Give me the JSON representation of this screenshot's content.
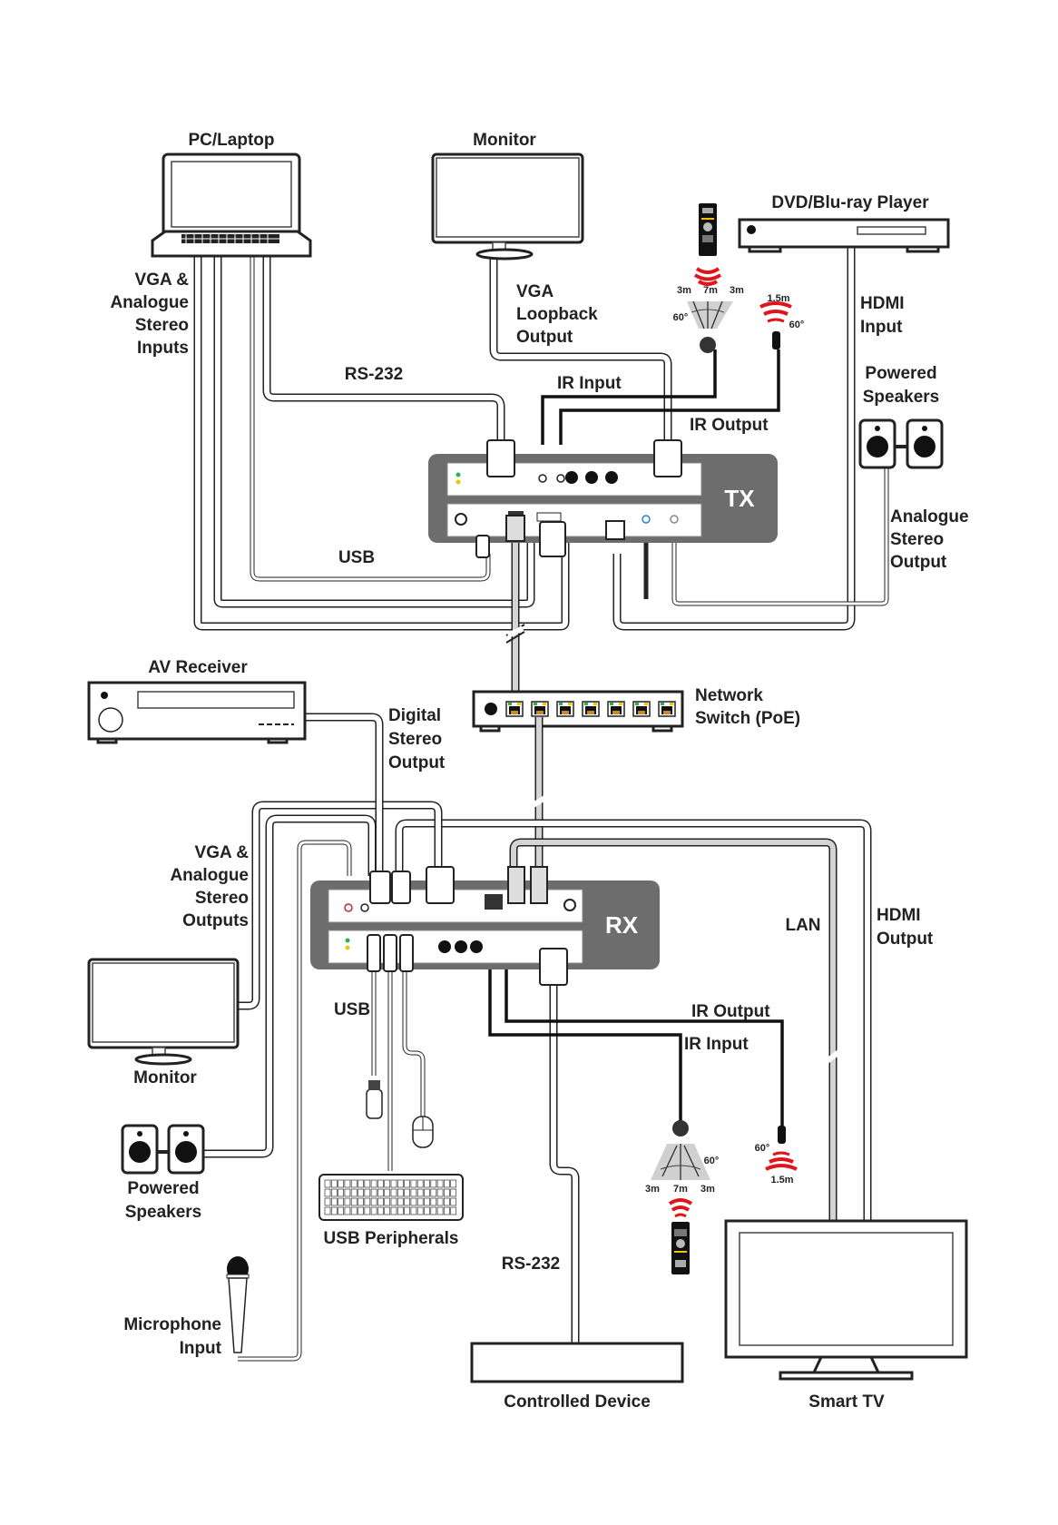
{
  "diagram": {
    "colors": {
      "unit_body": "#6d6d6d",
      "ir_signal": "#e2141b",
      "cable_outline": "#222222",
      "cable_fill_lan": "#d4d4d4",
      "led_green": "#2db34a",
      "led_yellow": "#f2c500"
    },
    "units": {
      "tx": "TX",
      "rx": "RX"
    },
    "tx_side": {
      "devices": {
        "pc_laptop": "PC/Laptop",
        "monitor": "Monitor",
        "dvd_player": "DVD/Blu-ray Player",
        "powered_speakers": [
          "Powered",
          "Speakers"
        ]
      },
      "connections": {
        "vga_audio_inputs": [
          "VGA &",
          "Analogue",
          "Stereo",
          "Inputs"
        ],
        "rs232": "RS-232",
        "vga_loopback": [
          "VGA",
          "Loopback",
          "Output"
        ],
        "ir_input": "IR Input",
        "ir_output": "IR Output",
        "hdmi_input": [
          "HDMI",
          "Input"
        ],
        "analogue_stereo_output": [
          "Analogue",
          "Stereo",
          "Output"
        ],
        "usb": "USB"
      },
      "ir_receiver_range": {
        "left": "3m",
        "center": "7m",
        "right": "3m",
        "angle": "60°"
      },
      "ir_emitter_range": {
        "distance": "1.5m",
        "angle": "60°"
      }
    },
    "network": {
      "switch": [
        "Network",
        "Switch (PoE)"
      ],
      "port_count": 7
    },
    "rx_side": {
      "devices": {
        "av_receiver": "AV Receiver",
        "monitor": "Monitor",
        "powered_speakers": [
          "Powered",
          "Speakers"
        ],
        "usb_peripherals": "USB Peripherals",
        "microphone": [
          "Microphone",
          "Input"
        ],
        "controlled_device": "Controlled Device",
        "smart_tv": "Smart TV"
      },
      "connections": {
        "digital_stereo_output": [
          "Digital",
          "Stereo",
          "Output"
        ],
        "vga_audio_outputs": [
          "VGA &",
          "Analogue",
          "Stereo",
          "Outputs"
        ],
        "usb": "USB",
        "lan": "LAN",
        "hdmi_output": [
          "HDMI",
          "Output"
        ],
        "ir_output": "IR Output",
        "ir_input": "IR Input",
        "rs232": "RS-232"
      },
      "ir_receiver_range": {
        "left": "3m",
        "center": "7m",
        "right": "3m",
        "angle": "60°"
      },
      "ir_emitter_range": {
        "distance": "1.5m",
        "angle": "60°"
      }
    }
  }
}
